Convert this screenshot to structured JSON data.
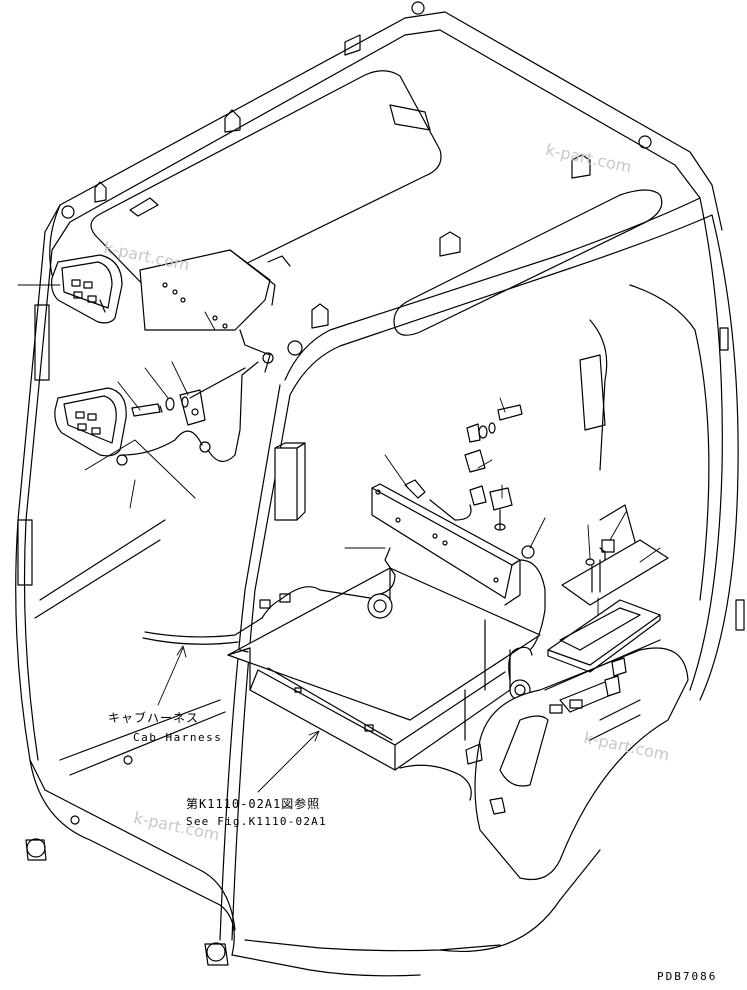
{
  "labels": {
    "cab_harness_jp": "キャブハーネス",
    "cab_harness_en": "Cab Harness",
    "fig_ref_jp": "第K1110-02A1図参照",
    "fig_ref_en": "See Fig.K1110-02A1",
    "drawing_code": "PDB7086"
  },
  "watermark": {
    "text": "k-part.com"
  },
  "colors": {
    "line": "#000000",
    "background": "#ffffff",
    "watermark": "#c8c8c8"
  }
}
